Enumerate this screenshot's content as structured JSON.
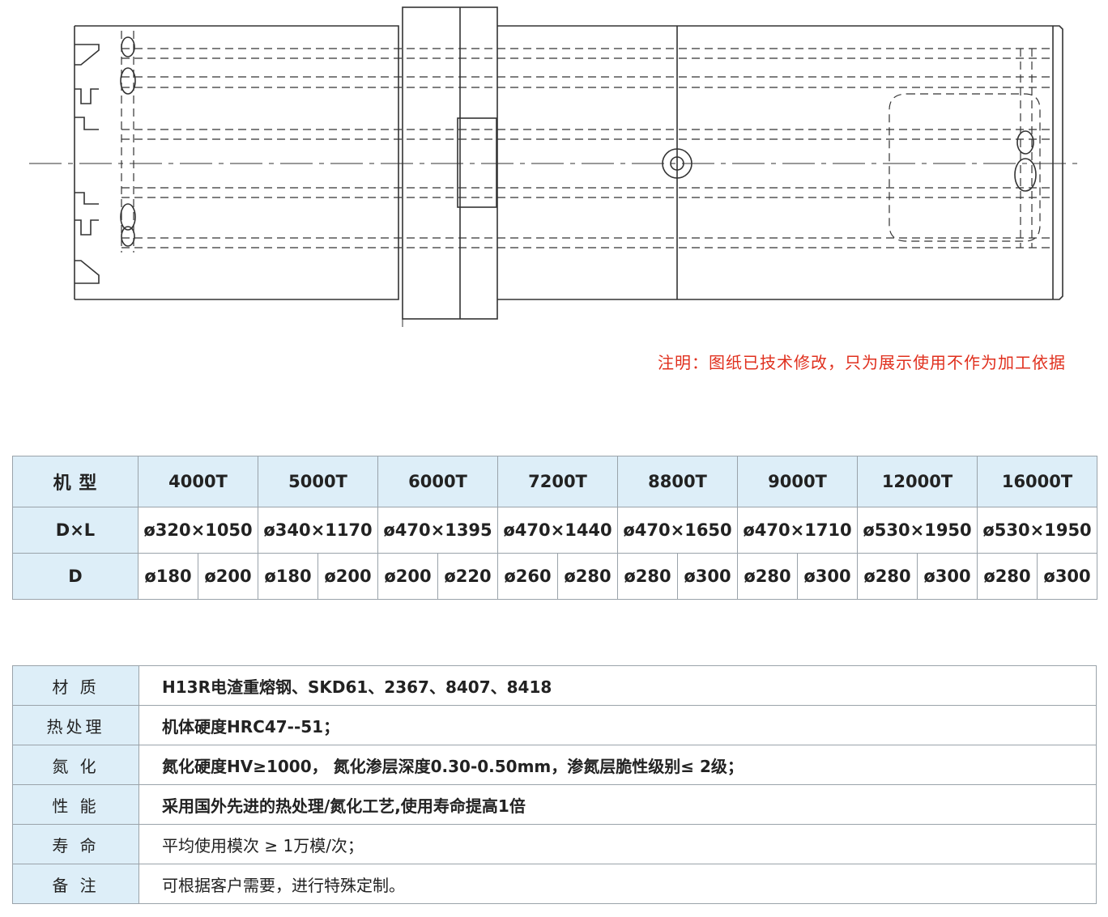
{
  "note": "注明：图纸已技术修改，只为展示使用不作为加工依据",
  "colors": {
    "note": "#e0301e",
    "header_bg": "#ddeef8",
    "border": "#9aa3aa",
    "line": "#333333"
  },
  "spec_table": {
    "row1_label": "机 型",
    "models": [
      "4000T",
      "5000T",
      "6000T",
      "7200T",
      "8800T",
      "9000T",
      "12000T",
      "16000T"
    ],
    "row2_label": "D×L",
    "dxl": [
      "ø320×1050",
      "ø340×1170",
      "ø470×1395",
      "ø470×1440",
      "ø470×1650",
      "ø470×1710",
      "ø530×1950",
      "ø530×1950"
    ],
    "row3_label": "D",
    "d": [
      "ø180",
      "ø200",
      "ø180",
      "ø200",
      "ø200",
      "ø220",
      "ø260",
      "ø280",
      "ø280",
      "ø300",
      "ø280",
      "ø300",
      "ø280",
      "ø300",
      "ø280",
      "ø300"
    ]
  },
  "properties": [
    {
      "label": "材 质",
      "value": "H13R电渣重熔钢、SKD61、2367、8407、8418",
      "bold": true
    },
    {
      "label": "热处理",
      "value": "机体硬度HRC47--51；",
      "bold": true
    },
    {
      "label": "氮 化",
      "value": "氮化硬度HV≥1000， 氮化渗层深度0.30-0.50mm，渗氮层脆性级别≤ 2级；",
      "bold": true
    },
    {
      "label": "性 能",
      "value": "采用国外先进的热处理/氮化工艺,使用寿命提高1倍",
      "bold": true
    },
    {
      "label": "寿 命",
      "value": "平均使用模次 ≥ 1万模/次；",
      "bold": false
    },
    {
      "label": "备 注",
      "value": "可根据客户需要，进行特殊定制。",
      "bold": false
    }
  ]
}
